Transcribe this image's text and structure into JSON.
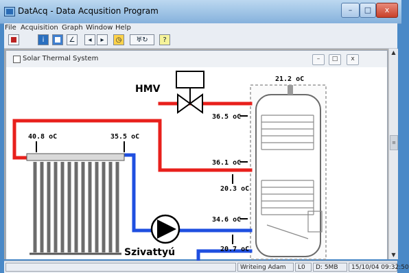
{
  "window": {
    "title": "DatAcq - Data Acqusition Program",
    "minimize": "–",
    "maximize": "□",
    "close": "x"
  },
  "menu": [
    "File",
    "Acquisition",
    "Graph",
    "Window",
    "Help"
  ],
  "toolbar_icons": [
    "stop-icon",
    "info-icon",
    "save-icon",
    "chart-icon",
    "prev-icon",
    "next-icon",
    "clock-icon",
    "settings-icon",
    "help-icon"
  ],
  "child": {
    "title": "Solar Thermal System"
  },
  "diagram": {
    "hmv_label": "HMV",
    "pump_label": "Szivattyú",
    "readings": {
      "collector_in": "40.8 oC",
      "collector_out": "35.5 oC",
      "tank_top": "21.2 oC",
      "tank_1": "36.5 oC",
      "tank_2": "36.1 oC",
      "tank_3": "20.3 oC",
      "tank_4": "34.6 oC",
      "tank_5": "20.7 oC"
    },
    "colors": {
      "hot": "#e8201c",
      "cold": "#1f4fe0"
    }
  },
  "status": {
    "empty": "",
    "user": "Writeing Adam",
    "level": "L0",
    "disk": "D: 5MB",
    "datetime": "15/10/04 09:32:50"
  }
}
